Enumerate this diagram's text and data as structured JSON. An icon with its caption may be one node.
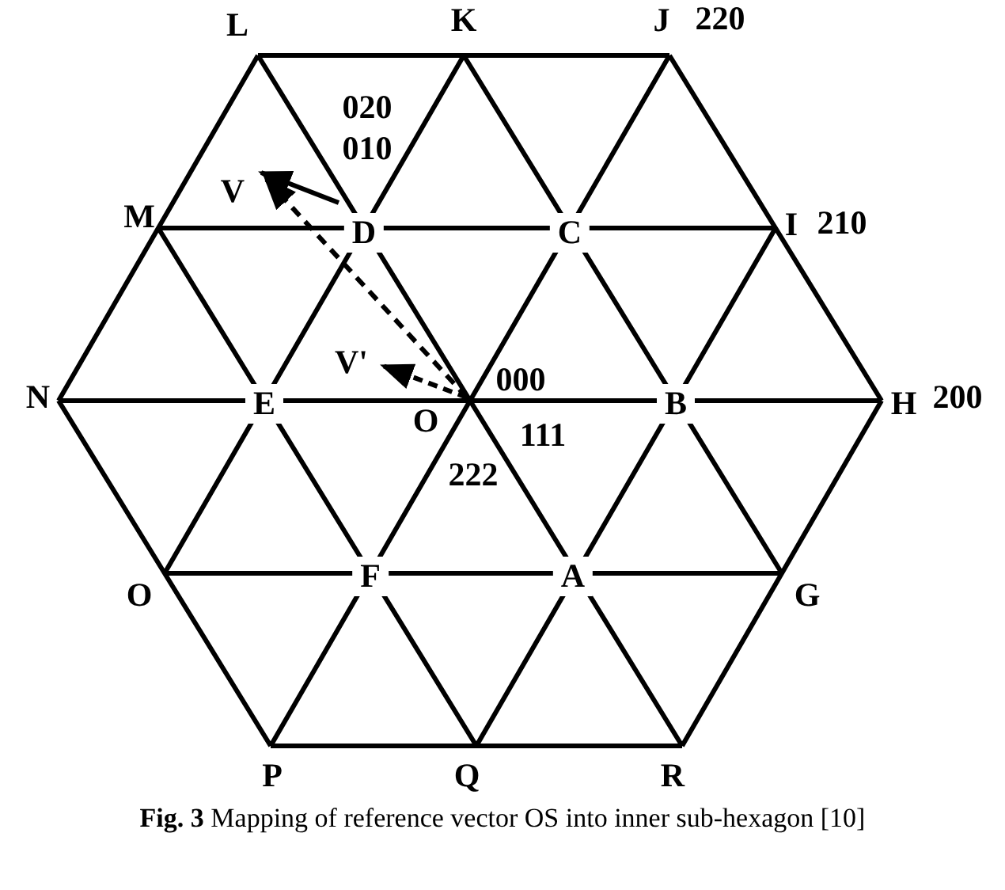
{
  "diagram": {
    "caption": "**Fig. 3** Mapping of reference vector OS into inner sub-hexagon [10]",
    "labels": [
      "L",
      "K",
      "J",
      "220",
      "020",
      "010",
      "V",
      "M",
      "D",
      "C",
      "I",
      "210",
      "V'",
      "N",
      "E",
      "O",
      "000",
      "111",
      "B",
      "H",
      "200",
      "222",
      "O",
      "F",
      "A",
      "G",
      "P",
      "Q",
      "R"
    ]
  }
}
